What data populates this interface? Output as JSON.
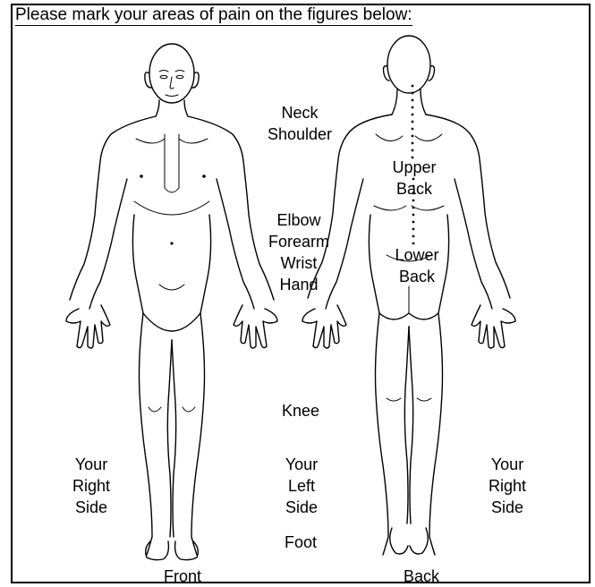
{
  "title": "Please mark your areas of pain on the figures below:",
  "labels": {
    "neck": "Neck",
    "shoulder": "Shoulder",
    "elbow": "Elbow",
    "forearm": "Forearm",
    "wrist": "Wrist",
    "hand": "Hand",
    "knee": "Knee",
    "foot": "Foot",
    "upper_back": [
      "Upper",
      "Back"
    ],
    "lower_back": [
      "Lower",
      "Back"
    ],
    "front_right_side": [
      "Your",
      "Right",
      "Side"
    ],
    "center_left_side": [
      "Your",
      "Left",
      "Side"
    ],
    "back_right_side": [
      "Your",
      "Right",
      "Side"
    ],
    "front": "Front",
    "back": "Back"
  }
}
